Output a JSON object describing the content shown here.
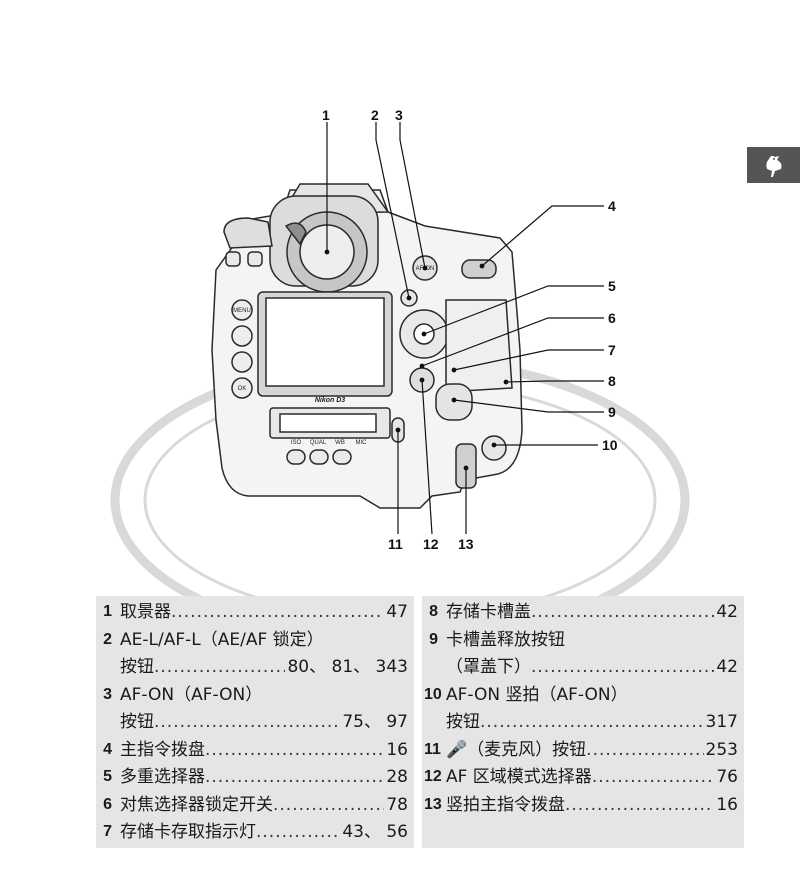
{
  "callouts": [
    "1",
    "2",
    "3",
    "4",
    "5",
    "6",
    "7",
    "8",
    "9",
    "10",
    "11",
    "12",
    "13"
  ],
  "camera": {
    "brand_label": "Nikon D3",
    "btn_menu": "MENU",
    "btn_ok": "OK",
    "btn_afon": "AF-ON",
    "btn_iso": "ISO",
    "btn_qual": "QUAL",
    "btn_wb": "WB",
    "btn_mic": "MIC"
  },
  "legend": {
    "left": [
      {
        "num": "1",
        "lines": [
          {
            "label": "取景器",
            "page": "47"
          }
        ]
      },
      {
        "num": "2",
        "lines": [
          {
            "label": "AE-L/AF-L（AE/AF 锁定）",
            "page": ""
          },
          {
            "label": "按钮",
            "page": "80、 81、 343"
          }
        ]
      },
      {
        "num": "3",
        "lines": [
          {
            "label": "AF-ON（AF-ON）",
            "page": ""
          },
          {
            "label": "按钮",
            "page": "75、 97"
          }
        ]
      },
      {
        "num": "4",
        "lines": [
          {
            "label": "主指令拨盘",
            "page": "16"
          }
        ]
      },
      {
        "num": "5",
        "lines": [
          {
            "label": "多重选择器",
            "page": "28"
          }
        ]
      },
      {
        "num": "6",
        "lines": [
          {
            "label": "对焦选择器锁定开关",
            "page": "78"
          }
        ]
      },
      {
        "num": "7",
        "lines": [
          {
            "label": "存储卡存取指示灯",
            "page": "43、 56"
          }
        ]
      }
    ],
    "right": [
      {
        "num": "8",
        "lines": [
          {
            "label": "存储卡槽盖",
            "page": "42"
          }
        ]
      },
      {
        "num": "9",
        "lines": [
          {
            "label": "卡槽盖释放按钮",
            "page": ""
          },
          {
            "label": "（罩盖下）",
            "page": "42"
          }
        ]
      },
      {
        "num": "10",
        "lines": [
          {
            "label": "AF-ON 竖拍（AF-ON）",
            "page": ""
          },
          {
            "label": "按钮",
            "page": "317"
          }
        ]
      },
      {
        "num": "11",
        "lines": [
          {
            "label": "🎤（麦克风）按钮",
            "page": "253"
          }
        ]
      },
      {
        "num": "12",
        "lines": [
          {
            "label": "AF 区域模式选择器",
            "page": "76"
          }
        ]
      },
      {
        "num": "13",
        "lines": [
          {
            "label": "竖拍主指令拨盘",
            "page": "16"
          }
        ]
      }
    ]
  }
}
